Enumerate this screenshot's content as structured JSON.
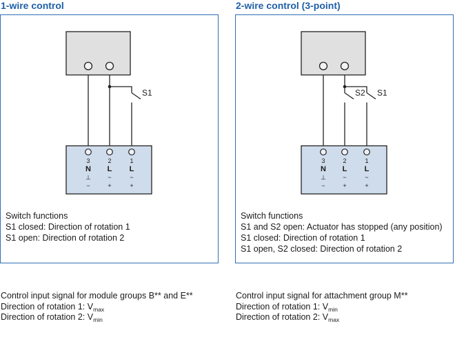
{
  "left": {
    "heading": "1-wire control",
    "switch_labels": [
      "S1"
    ],
    "terminals": [
      {
        "num": "3",
        "letter": "N",
        "sym1": "⊥",
        "sym2": "−"
      },
      {
        "num": "2",
        "letter": "L",
        "sym1": "~",
        "sym2": "+"
      },
      {
        "num": "1",
        "letter": "L",
        "sym1": "~",
        "sym2": "+"
      }
    ],
    "switch_functions": {
      "title": "Switch functions",
      "lines": [
        "S1 closed: Direction of rotation 1",
        "S1 open: Direction of rotation 2"
      ]
    },
    "signal": {
      "title": "Control input signal for module groups B** and E**",
      "row1_label": "Direction of rotation 1: ",
      "row1_symbol": "V",
      "row1_sub": "max",
      "row2_label": "Direction of rotation 2: ",
      "row2_symbol": "V",
      "row2_sub": "min"
    }
  },
  "right": {
    "heading": "2-wire control (3-point)",
    "switch_labels": [
      "S2",
      "S1"
    ],
    "terminals": [
      {
        "num": "3",
        "letter": "N",
        "sym1": "⊥",
        "sym2": "−"
      },
      {
        "num": "2",
        "letter": "L",
        "sym1": "~",
        "sym2": "+"
      },
      {
        "num": "1",
        "letter": "L",
        "sym1": "~",
        "sym2": "+"
      }
    ],
    "switch_functions": {
      "title": "Switch functions",
      "lines": [
        "S1 and S2 open: Actuator has stopped (any position)",
        "S1 closed: Direction of rotation 1",
        "S1 open, S2 closed: Direction of rotation 2"
      ]
    },
    "signal": {
      "title": "Control input signal for attachment group M**",
      "row1_label": "Direction of rotation 1: ",
      "row1_symbol": "V",
      "row1_sub": "min",
      "row2_label": "Direction of rotation 2: ",
      "row2_symbol": "V",
      "row2_sub": "max"
    }
  },
  "colors": {
    "accent": "#1f5fa8",
    "panel_border": "#2f6eb5",
    "source_box": "#e0e0e0",
    "terminal_box": "#cfdceb"
  }
}
